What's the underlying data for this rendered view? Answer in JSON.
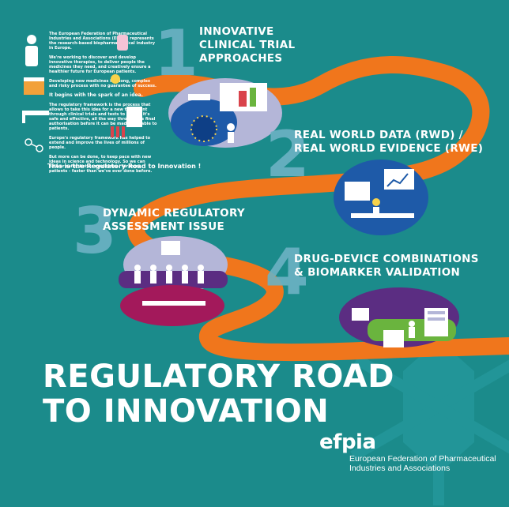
{
  "intro": {
    "paragraphs": [
      "The European Federation of Pharmaceutical Industries and Associations (EFPIA) represents the research-based biopharmaceutical industry in Europe.",
      "We're working to discover and develop innovative therapies, to deliver people the medicines they need, and creatively ensure a healthier future for European patients.",
      "Developing new medicines is a long, complex and risky process with no guarantee of success.",
      "It begins with the spark of an idea.",
      "The regulatory framework is the process that allows to take this idea for a new treatment through clinical trials and tests to ensure it's safe and effective, all the way through the final authorisation before it can be made available to patients.",
      "Europe's regulatory framework has helped to extend and improve the lives of millions of people.",
      "But more can be done, to keep pace with new ideas in science and technology. So we can deliver safer, better medicines - for more patients - faster than we've ever done before."
    ],
    "tagline": "This is the Regulatory Road to Innovation !"
  },
  "steps": [
    {
      "number": "1",
      "line1": "INNOVATIVE",
      "line2": "CLINICAL TRIAL",
      "line3": "APPROACHES"
    },
    {
      "number": "2",
      "line1": "REAL WORLD DATA (RWD) /",
      "line2": "REAL WORLD EVIDENCE (RWE)"
    },
    {
      "number": "3",
      "line1": "DYNAMIC REGULATORY",
      "line2": "ASSESSMENT ISSUE"
    },
    {
      "number": "4",
      "line1": "DRUG-DEVICE COMBINATIONS",
      "line2": "& BIOMARKER VALIDATION"
    }
  ],
  "title": {
    "line1": "REGULATORY ROAD",
    "line2": "TO INNOVATION"
  },
  "logo": {
    "word": "efpia",
    "sub1": "European Federation of Pharmaceutical",
    "sub2": "Industries and Associations"
  },
  "colors": {
    "background": "#1b8b8b",
    "road": "#f0761c",
    "number": "#6cb2c4",
    "scene_purple": "#5b2d82",
    "scene_blue": "#1e5aa8",
    "scene_magenta": "#a3195b",
    "scene_green": "#6ab43e"
  }
}
